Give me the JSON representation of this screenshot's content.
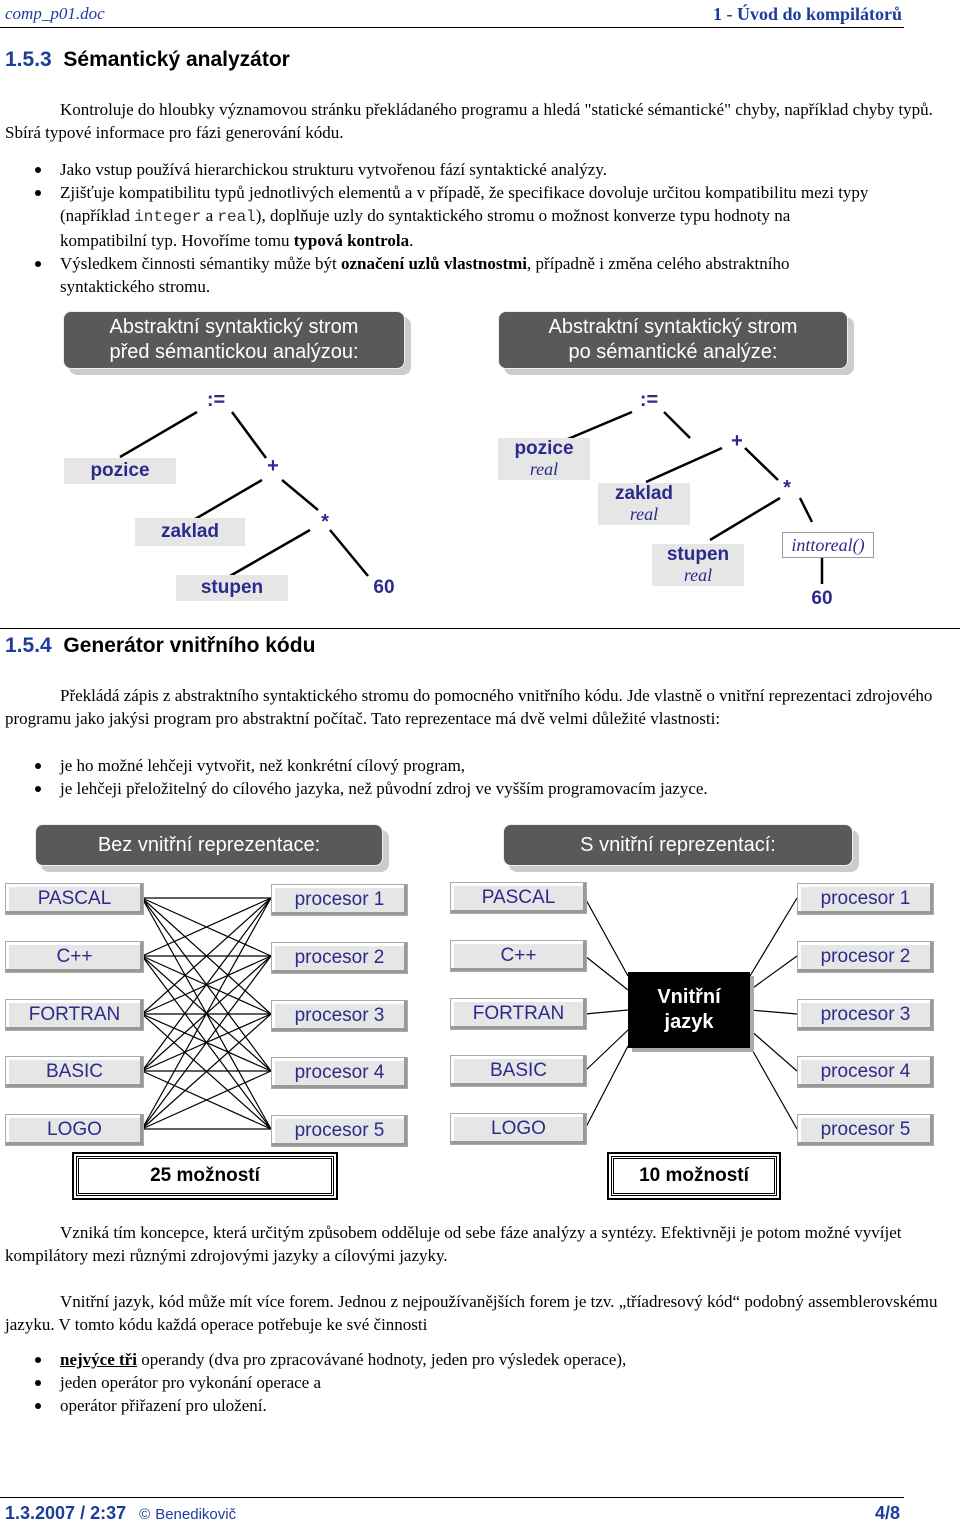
{
  "header": {
    "file": "comp_p01.doc",
    "chapter": "1 - Úvod do kompilátorů"
  },
  "sec153": {
    "num": "1.5.3",
    "title": "Sémantický analyzátor",
    "p1": "Kontroluje do hloubky významovou stránku překládaného programu a hledá \"statické sémantické\" chyby, například chyby typů. Sbírá typové informace pro fázi generování kódu.",
    "b1": "Jako vstup používá hierarchickou strukturu vytvořenou fází syntaktické analýzy.",
    "b2a": "Zjišťuje kompatibilitu typů jednotlivých elementů a v případě, že specifikace dovoluje určitou kompatibilitu mezi typy (například ",
    "b2code1": "integer",
    "b2mid": " a ",
    "b2code2": "real",
    "b2b": "), doplňuje uzly do syntaktického stromu o možnost konverze typu hodnoty na kompatibilní typ. Hovoříme tomu ",
    "b2bold": "typová kontrola",
    "b2end": ".",
    "b3a": "Výsledkem činnosti sémantiky může být ",
    "b3bold": "označení uzlů vlastnostmi",
    "b3b": ", případně i změna celého abstraktního syntaktického stromu."
  },
  "tree_before": {
    "title_line1": "Abstraktní syntaktický strom",
    "title_line2": "před sémantickou analýzou:",
    "assign": ":=",
    "pozice": "pozice",
    "plus": "+",
    "zaklad": "zaklad",
    "mul": "*",
    "stupen": "stupen",
    "num": "60"
  },
  "tree_after": {
    "title_line1": "Abstraktní syntaktický strom",
    "title_line2": "po sémantické analýze:",
    "assign": ":=",
    "pozice": "pozice",
    "pozice_type": "real",
    "plus": "+",
    "zaklad": "zaklad",
    "zaklad_type": "real",
    "mul": "*",
    "stupen": "stupen",
    "stupen_type": "real",
    "conv": "inttoreal()",
    "num": "60"
  },
  "sec154": {
    "num": "1.5.4",
    "title": "Generátor vnitřního kódu",
    "p1": "Překládá zápis z abstraktního syntaktického stromu do pomocného vnitřního kódu. Jde vlastně o vnitřní reprezentaci zdrojového programu jako jakýsi program pro abstraktní počítač. Tato reprezentace má dvě velmi důležité vlastnosti:",
    "b1": "je ho možné lehčeji vytvořit, než konkrétní cílový program,",
    "b2": "je lehčeji přeložitelný do cílového jazyka, než původní zdroj ve vyšším programovacím jazyce."
  },
  "diagram": {
    "left_title": "Bez vnitřní reprezentace:",
    "right_title": "S vnitřní reprezentací:",
    "languages": [
      "PASCAL",
      "C++",
      "FORTRAN",
      "BASIC",
      "LOGO"
    ],
    "processors": [
      "procesor 1",
      "procesor 2",
      "procesor 3",
      "procesor 4",
      "procesor 5"
    ],
    "middle_line1": "Vnitřní",
    "middle_line2": "jazyk",
    "left_count": "25 možností",
    "right_count": "10 možností"
  },
  "closing": {
    "p1": "Vzniká tím koncepce, která určitým způsobem odděluje od sebe fáze analýzy a syntézy. Efektivněji je potom možné vyvíjet kompilátory mezi různými zdrojovými jazyky a cílovými jazyky.",
    "p2": "Vnitřní jazyk, kód může mít více forem. Jednou z nejpoužívanějších forem je tzv. „tříadresový kód“ podobný assemblerovskému jazyku. V tomto kódu každá operace potřebuje ke své činnosti",
    "b1u": "nejvýce tři",
    "b1": " operandy (dva pro zpracovávané hodnoty, jeden pro výsledek operace),",
    "b2": "jeden operátor pro vykonání operace a",
    "b3": "operátor přiřazení pro uložení."
  },
  "footer": {
    "date": "1.3.2007 / 2:37",
    "copyright": "©",
    "author": "Benedikovič",
    "page": "4/8"
  }
}
